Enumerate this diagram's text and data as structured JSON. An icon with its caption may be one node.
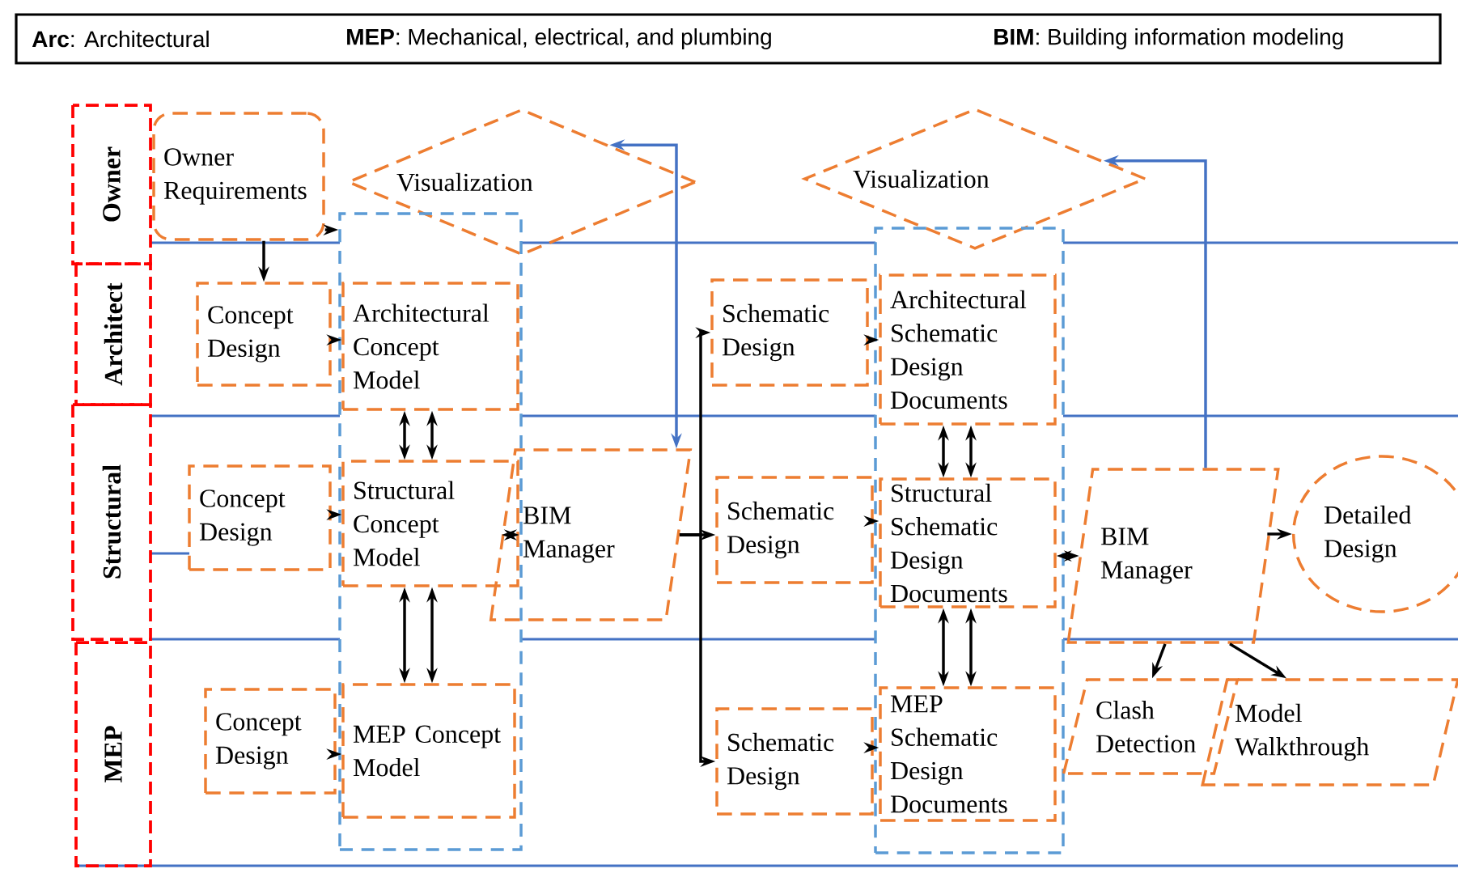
{
  "diagram": {
    "nodes": [
      {
        "text": [
          "Owner"
        ]
      },
      {
        "text": [
          "Architect"
        ]
      },
      {
        "text": [
          "Structural"
        ]
      },
      {
        "text": [
          "MEP"
        ]
      },
      {
        "text": [
          "Owner Requirements"
        ]
      },
      {
        "text": [
          "Visualization"
        ]
      },
      {
        "text": [],
        "shape": "box"
      },
      {
        "text": [
          "Concept Design"
        ]
      },
      {
        "text": [
          "Architectural Concept Model"
        ],
        "in": 6
      },
      {
        "text": [
          "Concept Design"
        ]
      },
      {
        "text": [
          "Structural Concept Model"
        ],
        "in": 6
      },
      {
        "text": [
          "BIM Manager"
        ]
      },
      {
        "text": [
          "Concept Design"
        ]
      },
      {
        "text": [
          "MEP Concept Model"
        ],
        "in": 6
      },
      {
        "text": [
          "Visualization"
        ]
      },
      {
        "text": [],
        "shape": "box"
      },
      {
        "text": [
          "Schematic Design"
        ]
      },
      {
        "text": [
          "Architectural Schematic Design Documents"
        ],
        "in": 15
      },
      {
        "text": [
          "Schematic Design"
        ]
      },
      {
        "text": [
          "Structural Schematic Design Documents"
        ],
        "in": 15
      },
      {
        "text": [
          "BIM Manager"
        ]
      },
      {
        "text": [
          "Detailed Design"
        ]
      },
      {
        "text": [
          "Schematic Design"
        ]
      },
      {
        "text": [
          "MEP Schematic Design Documents"
        ],
        "in": 15
      },
      {
        "text": [
          "Clash Detection"
        ]
      },
      {
        "text": [
          "Model Walkthrough"
        ]
      }
    ],
    "edges": [
      {
        "from": 4,
        "to": 7,
        "arrow": "to"
      },
      {
        "from": 4,
        "to": 6,
        "arrow": "to"
      },
      {
        "from": 7,
        "to": 8,
        "arrow": "to"
      },
      {
        "from": 8,
        "to": 10,
        "arrow": "both"
      },
      {
        "from": 8,
        "to": 10,
        "arrow": "both"
      },
      {
        "from": 9,
        "to": 10,
        "arrow": "to"
      },
      {
        "from": 10,
        "to": 11,
        "arrow": "both"
      },
      {
        "from": 10,
        "to": 13,
        "arrow": "both"
      },
      {
        "from": 10,
        "to": 13,
        "arrow": "both"
      },
      {
        "from": 12,
        "to": 13,
        "arrow": "to"
      },
      {
        "from": 5,
        "to": 11,
        "arrow": "both",
        "color": "#4472c4"
      },
      {
        "from": 11,
        "to": 16,
        "arrow": "to"
      },
      {
        "from": 11,
        "to": 18,
        "arrow": "to"
      },
      {
        "from": 11,
        "to": 22,
        "arrow": "to"
      },
      {
        "from": 16,
        "to": 17,
        "arrow": "to"
      },
      {
        "from": 17,
        "to": 19,
        "arrow": "both"
      },
      {
        "from": 17,
        "to": 19,
        "arrow": "both"
      },
      {
        "from": 18,
        "to": 19,
        "arrow": "to"
      },
      {
        "from": 19,
        "to": 20,
        "arrow": "both"
      },
      {
        "from": 19,
        "to": 23,
        "arrow": "both"
      },
      {
        "from": 19,
        "to": 23,
        "arrow": "both"
      },
      {
        "from": 22,
        "to": 23,
        "arrow": "to"
      },
      {
        "from": 20,
        "to": 21,
        "arrow": "to"
      },
      {
        "from": 20,
        "to": 24,
        "arrow": "to"
      },
      {
        "from": 20,
        "to": 25,
        "arrow": "to"
      },
      {
        "from": 20,
        "to": 14,
        "arrow": "to",
        "color": "#4472c4"
      }
    ],
    "labels": [
      "**Arc**: Architectural",
      "**MEP**: Mechanical, electrical, and plumbing",
      "**BIM**: Building information modeling"
    ]
  }
}
